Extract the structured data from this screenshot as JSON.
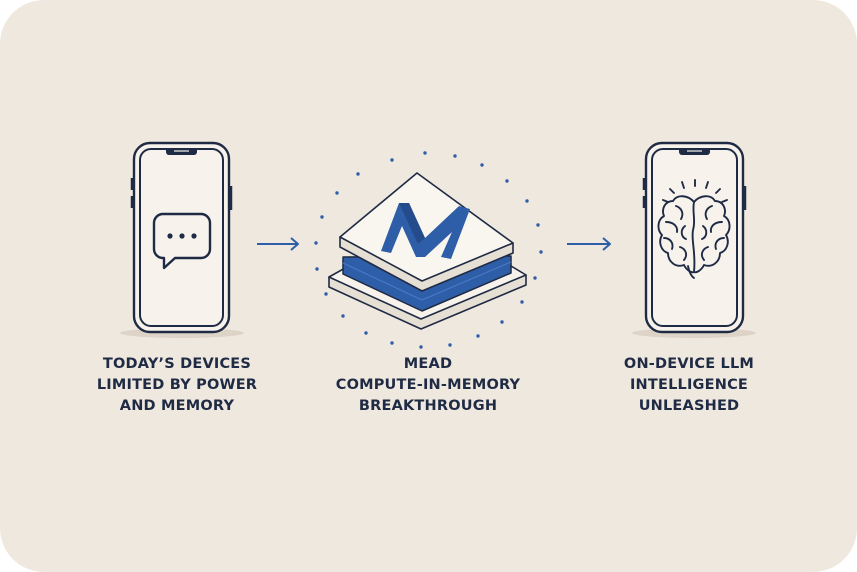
{
  "captions": [
    {
      "lines": [
        "TODAY’S DEVICES",
        "LIMITED BY POWER",
        "AND MEMORY"
      ]
    },
    {
      "lines": [
        "MEAD",
        "COMPUTE-IN-MEMORY",
        "BREAKTHROUGH"
      ]
    },
    {
      "lines": [
        "ON-DEVICE LLM",
        "INTELLIGENCE",
        "UNLEASHED"
      ]
    }
  ],
  "colors": {
    "background": "#efe8de",
    "ink": "#1f2a44",
    "accent": "#2f5ea8"
  },
  "icons": [
    "phone-icon",
    "chat-bubble-icon",
    "arrow-right-icon",
    "mead-chip-icon",
    "brain-icon"
  ]
}
